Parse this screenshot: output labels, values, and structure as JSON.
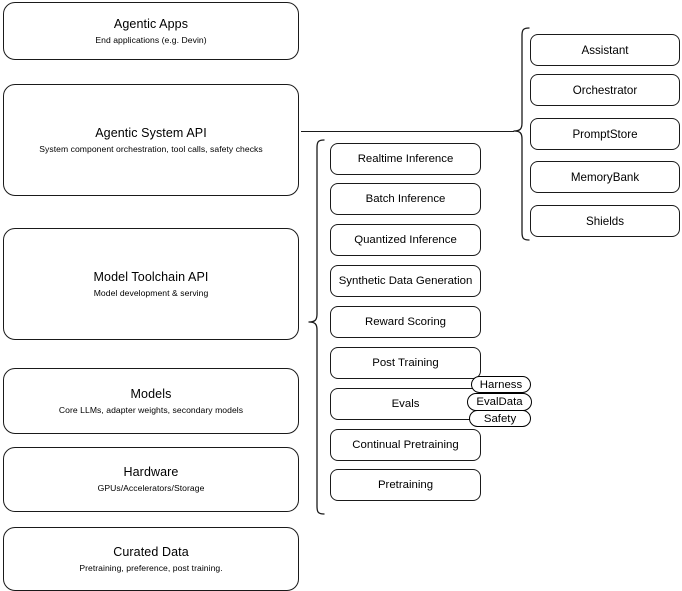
{
  "diagram": {
    "title": "AI stack layered architecture diagram",
    "background_color": "#ffffff",
    "line_color": "#1a1a1a",
    "text_color": "#000000"
  },
  "layers": [
    {
      "name": "agentic-apps",
      "title": "Agentic Apps",
      "subtitle": "End applications (e.g. Devin)"
    },
    {
      "name": "agentic-system-api",
      "title": "Agentic System API",
      "subtitle": "System component orchestration, tool calls, safety checks"
    },
    {
      "name": "model-toolchain-api",
      "title": "Model Toolchain API",
      "subtitle": "Model development & serving"
    },
    {
      "name": "models",
      "title": "Models",
      "subtitle": "Core LLMs, adapter weights, secondary models"
    },
    {
      "name": "hardware",
      "title": "Hardware",
      "subtitle": "GPUs/Accelerators/Storage"
    },
    {
      "name": "curated-data",
      "title": "Curated Data",
      "subtitle": "Pretraining, preference, post training."
    }
  ],
  "toolchain_components": [
    {
      "name": "realtime-inference",
      "label": "Realtime Inference"
    },
    {
      "name": "batch-inference",
      "label": "Batch Inference"
    },
    {
      "name": "quantized-inference",
      "label": "Quantized Inference"
    },
    {
      "name": "synthetic-data-generation",
      "label": "Synthetic Data Generation"
    },
    {
      "name": "reward-scoring",
      "label": "Reward Scoring"
    },
    {
      "name": "post-training",
      "label": "Post Training"
    },
    {
      "name": "evals",
      "label": "Evals"
    },
    {
      "name": "continual-pretraining",
      "label": "Continual Pretraining"
    },
    {
      "name": "pretraining",
      "label": "Pretraining"
    }
  ],
  "evals_subcomponents": [
    {
      "name": "harness",
      "label": "Harness"
    },
    {
      "name": "evaldata",
      "label": "EvalData"
    },
    {
      "name": "safety",
      "label": "Safety"
    }
  ],
  "system_components": [
    {
      "name": "assistant",
      "label": "Assistant"
    },
    {
      "name": "orchestrator",
      "label": "Orchestrator"
    },
    {
      "name": "promptstore",
      "label": "PromptStore"
    },
    {
      "name": "memorybank",
      "label": "MemoryBank"
    },
    {
      "name": "shields",
      "label": "Shields"
    }
  ]
}
